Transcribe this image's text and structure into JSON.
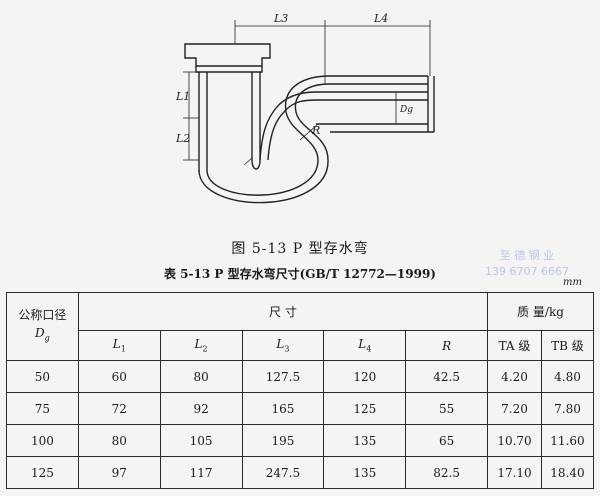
{
  "figure": {
    "caption": "图 5-13 P 型存水弯",
    "labels": {
      "L1": "L1",
      "L2": "L2",
      "L3": "L3",
      "L4": "L4",
      "R": "R",
      "Dg": "Dg"
    }
  },
  "table": {
    "caption": "表 5-13 P 型存水弯尺寸(GB/T 12772—1999)",
    "unit": "mm",
    "header": {
      "nominal": "公称口径",
      "nominal_sym": "D",
      "nominal_sub": "g",
      "dims": "尺 寸",
      "mass": "质 量/kg",
      "cols": [
        {
          "sym": "L",
          "sub": "1"
        },
        {
          "sym": "L",
          "sub": "2"
        },
        {
          "sym": "L",
          "sub": "3"
        },
        {
          "sym": "L",
          "sub": "4"
        },
        {
          "sym": "R",
          "sub": ""
        }
      ],
      "ta": "TA 级",
      "tb": "TB 级"
    },
    "rows": [
      [
        "50",
        "60",
        "80",
        "127.5",
        "120",
        "42.5",
        "4.20",
        "4.80"
      ],
      [
        "75",
        "72",
        "92",
        "165",
        "125",
        "55",
        "7.20",
        "7.80"
      ],
      [
        "100",
        "80",
        "105",
        "195",
        "135",
        "65",
        "10.70",
        "11.60"
      ],
      [
        "125",
        "97",
        "117",
        "247.5",
        "135",
        "82.5",
        "17.10",
        "18.40"
      ]
    ]
  },
  "watermark": [
    "至 德 钢 业",
    "139 6707 6667"
  ]
}
